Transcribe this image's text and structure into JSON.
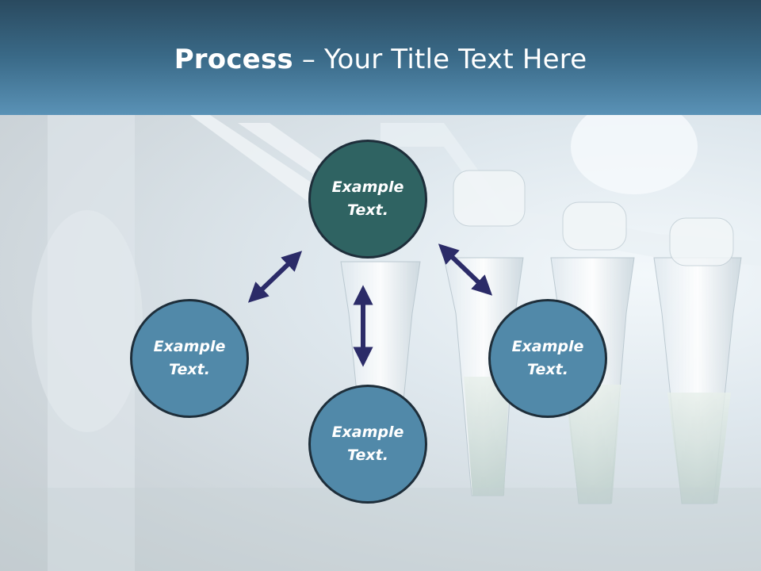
{
  "title": {
    "bold": "Process",
    "rest": " – Your Title Text Here"
  },
  "nodes": {
    "top": {
      "line1": "Example",
      "line2": "Text."
    },
    "left": {
      "line1": "Example",
      "line2": "Text."
    },
    "right": {
      "line1": "Example",
      "line2": "Text."
    },
    "bottom": {
      "line1": "Example",
      "line2": "Text."
    }
  },
  "colors": {
    "header": "#3a6a88",
    "center_node": "#2f6362",
    "outer_node": "#5189a9",
    "arrow": "#2b2b68"
  }
}
